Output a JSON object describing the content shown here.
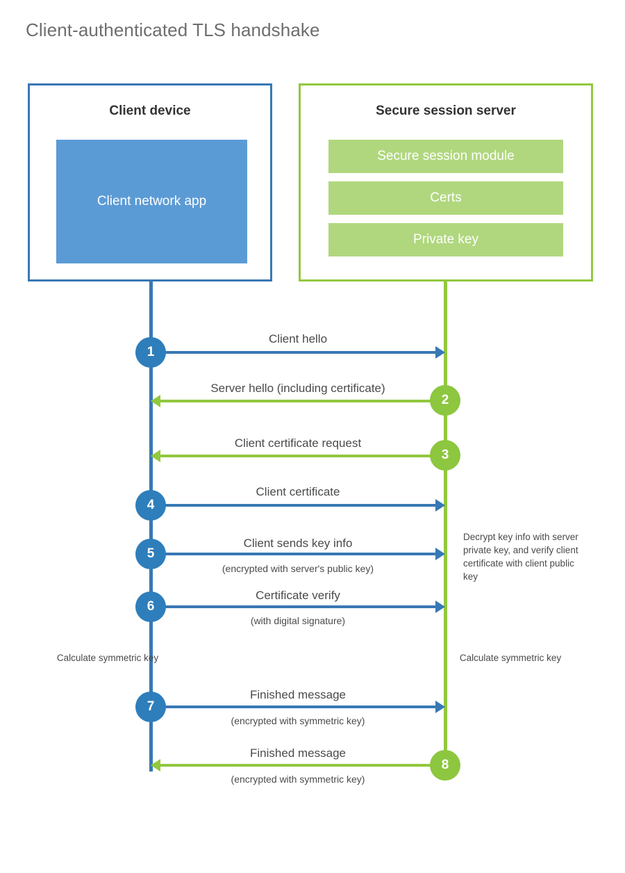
{
  "title": "Client-authenticated TLS handshake",
  "parties": {
    "client": {
      "title": "Client device",
      "app_label": "Client network app",
      "border_color": "#3878b4",
      "app_color": "#5b9bd5"
    },
    "server": {
      "title": "Secure session server",
      "border_color": "#92c83e",
      "module_color": "#b0d77e",
      "modules": [
        {
          "label": "Secure session module"
        },
        {
          "label": "Certs"
        },
        {
          "label": "Private key"
        }
      ]
    }
  },
  "colors": {
    "client_blue": "#3878b4",
    "client_bubble_blue": "#2e7ebb",
    "server_green": "#92c83e",
    "server_bubble_green": "#8dc63f",
    "title_gray": "#6e6e6e",
    "text_gray": "#4a4a4a"
  },
  "steps": [
    {
      "number": "1",
      "label": "Client hello",
      "sublabel": "",
      "direction": "client-to-server",
      "color": "#2e7ebb"
    },
    {
      "number": "2",
      "label": "Server hello (including certificate)",
      "sublabel": "",
      "direction": "server-to-client",
      "color": "#8dc63f"
    },
    {
      "number": "3",
      "label": "Client certificate request",
      "sublabel": "",
      "direction": "server-to-client",
      "color": "#8dc63f"
    },
    {
      "number": "4",
      "label": "Client certificate",
      "sublabel": "",
      "direction": "client-to-server",
      "color": "#2e7ebb"
    },
    {
      "number": "5",
      "label": "Client sends key info",
      "sublabel": "(encrypted with server's public key)",
      "direction": "client-to-server",
      "color": "#2e7ebb"
    },
    {
      "number": "6",
      "label": "Certificate verify",
      "sublabel": "(with digital signature)",
      "direction": "client-to-server",
      "color": "#2e7ebb"
    },
    {
      "number": "7",
      "label": "Finished message",
      "sublabel": "(encrypted with symmetric key)",
      "direction": "client-to-server",
      "color": "#2e7ebb"
    },
    {
      "number": "8",
      "label": "Finished message",
      "sublabel": "(encrypted with symmetric key)",
      "direction": "server-to-client",
      "color": "#8dc63f"
    }
  ],
  "annotations": {
    "server_decrypt_note": "Decrypt key info with server private key, and verify client certificate with client public key",
    "client_calculate_note": "Calculate symmetric key",
    "server_calculate_note": "Calculate symmetric key"
  }
}
